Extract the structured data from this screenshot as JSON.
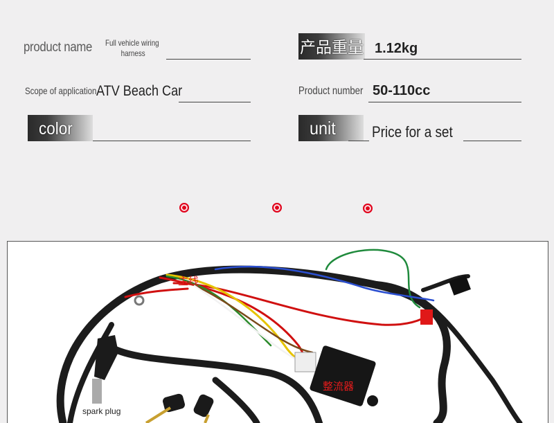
{
  "spec": {
    "product_name_label": "product name",
    "product_name_value_line1": "Full vehicle wiring",
    "product_name_value_line2": "harness",
    "weight_label": "产品重量",
    "weight_value": "1.12kg",
    "scope_label": "Scope of application",
    "scope_value": "ATV Beach Car",
    "product_number_label": "Product number",
    "product_number_value": "50-110cc",
    "color_label": "color",
    "color_value": "",
    "unit_label": "unit",
    "unit_value": "Price for a set"
  },
  "photo": {
    "labels": {
      "main_cable": "主线",
      "rectifier": "整流器",
      "spark_plug": "spark plug"
    }
  },
  "colors": {
    "accent_red": "#e0001a",
    "background": "#f0eff0"
  }
}
